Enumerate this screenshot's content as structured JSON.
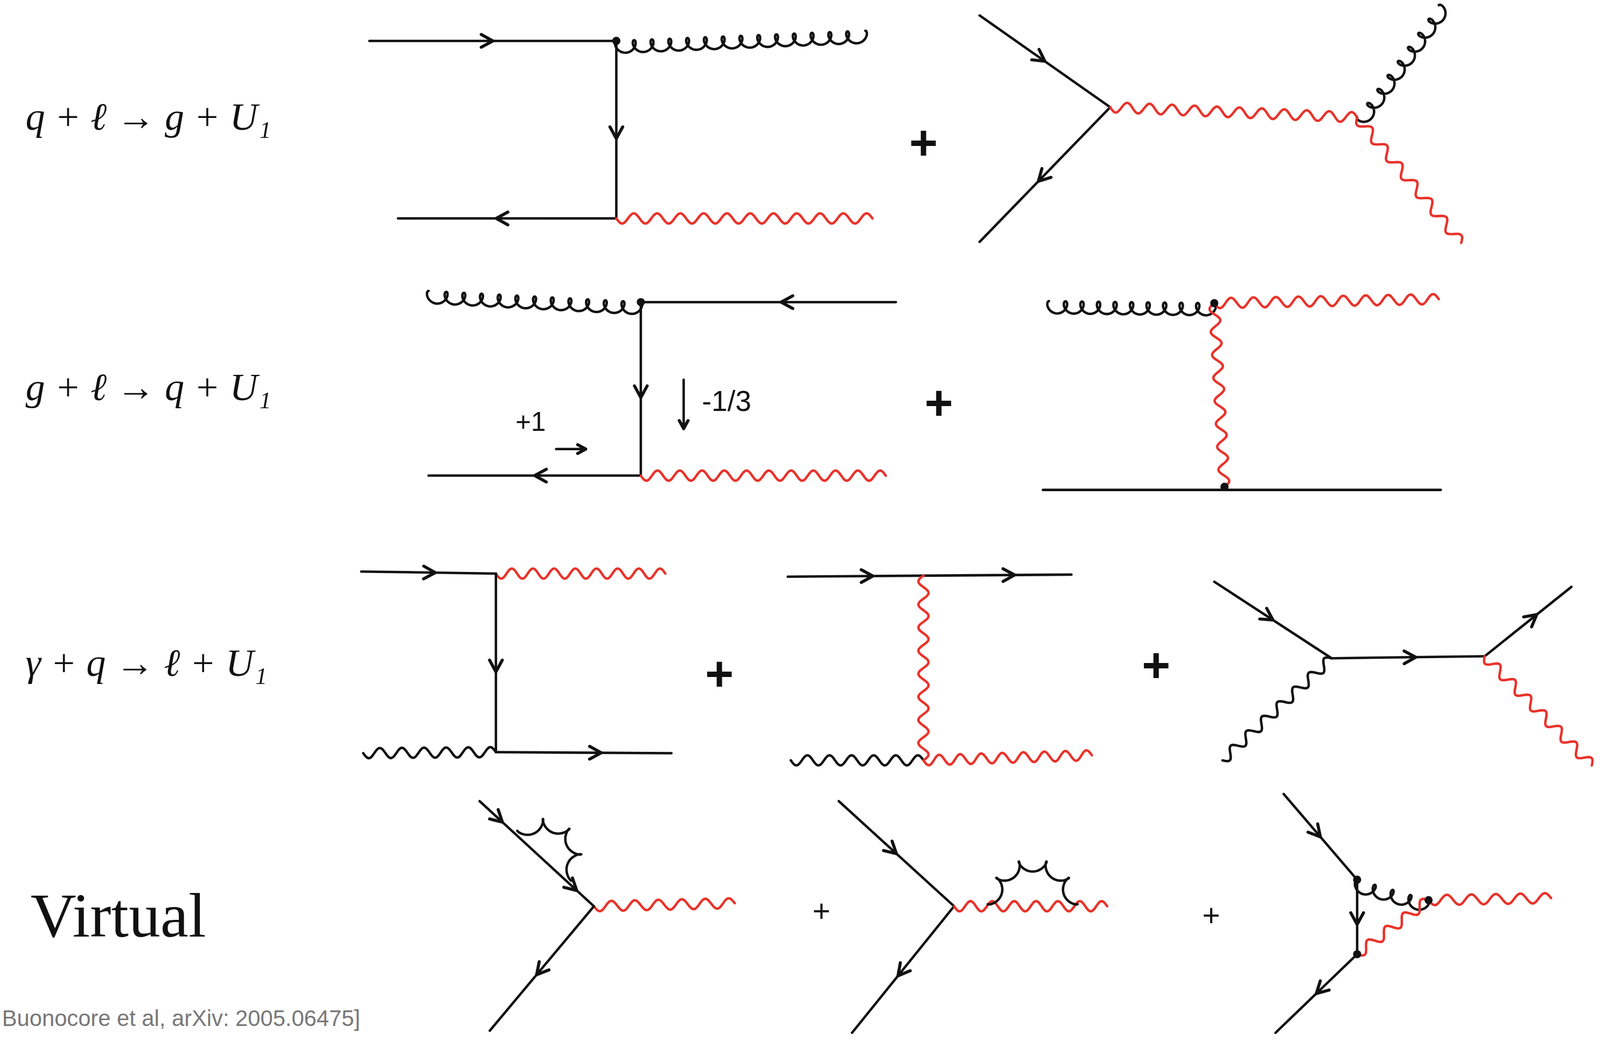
{
  "diagram": {
    "labels": [
      "q + ℓ → g + U₁",
      "+",
      "g + ℓ → q + U₁",
      "+1",
      "-1/3",
      "+",
      "γ + q → ℓ + U₁",
      "+",
      "+",
      "Virtual",
      "+",
      "+",
      "Buonocore et al, arXiv: 2005.06475]"
    ]
  }
}
